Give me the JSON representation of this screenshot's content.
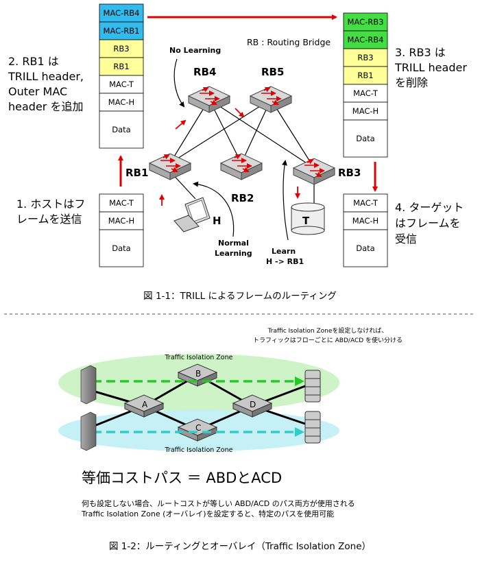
{
  "fig1": {
    "legend": "RB : Routing Bridge",
    "nodes": {
      "rb4": "RB4",
      "rb5": "RB5",
      "rb1": "RB1",
      "rb2": "RB2",
      "rb3": "RB3",
      "h": "H",
      "t": "T"
    },
    "annotations": {
      "no_learning": "No Learning",
      "normal_learning_1": "Normal",
      "normal_learning_2": "Learning",
      "learn_1": "Learn",
      "learn_2": "H -> RB1"
    },
    "frame_orig": [
      "MAC-T",
      "MAC-H",
      "Data"
    ],
    "frame_encap": [
      "MAC-RB4",
      "MAC-RB1",
      "RB3",
      "RB1",
      "MAC-T",
      "MAC-H",
      "Data"
    ],
    "frame_at_rb3": [
      "MAC-RB3",
      "MAC-RB4",
      "RB3",
      "RB1",
      "MAC-T",
      "MAC-H",
      "Data"
    ],
    "frame_target": [
      "MAC-T",
      "MAC-H",
      "Data"
    ],
    "steps": {
      "s1_line1": "1. ホストはフ",
      "s1_line2": "レームを送信",
      "s2_line1": "2. RB1 は",
      "s2_line2": "TRILL header,",
      "s2_line3": "Outer MAC",
      "s2_line4": "header を追加",
      "s3_line1": "3. RB3 は",
      "s3_line2": "TRILL header",
      "s3_line3": "を削除",
      "s4_line1": "4. ターゲット",
      "s4_line2": "はフレームを",
      "s4_line3": "受信"
    },
    "caption": "図 1-1：TRILL によるフレームのルーティング"
  },
  "fig2": {
    "note_line1": "Traffic Isolation Zoneを設定しなければ、",
    "note_line2": "トラフィックはフローごとに ABD/ACD を使い分ける",
    "zone_top": "Traffic Isolation Zone",
    "zone_bottom": "Traffic Isolation Zone",
    "nodes": {
      "a": "A",
      "b": "B",
      "c": "C",
      "d": "D"
    },
    "equal_cost": "等価コストパス ＝ ABDとACD",
    "desc_line1": "何も設定しない場合、ルートコストが等しい ABD/ACD のパス両方が使用される",
    "desc_line2": "Traffic Isolation Zone (オーバレイ)を設定すると、特定のパスを使用可能",
    "caption": "図 1-2：ルーティングとオーバレイ（Traffic Isolation Zone）"
  },
  "colors": {
    "outer_mac": "#33bbee",
    "trill_hdr": "#ffff99",
    "outer_mac_rb3": "#44dd44",
    "arrow": "#e00000",
    "zone_green": "#c9f2c0",
    "zone_cyan": "#bff0f5",
    "path_green": "#22cc22",
    "path_cyan": "#33cccc"
  }
}
